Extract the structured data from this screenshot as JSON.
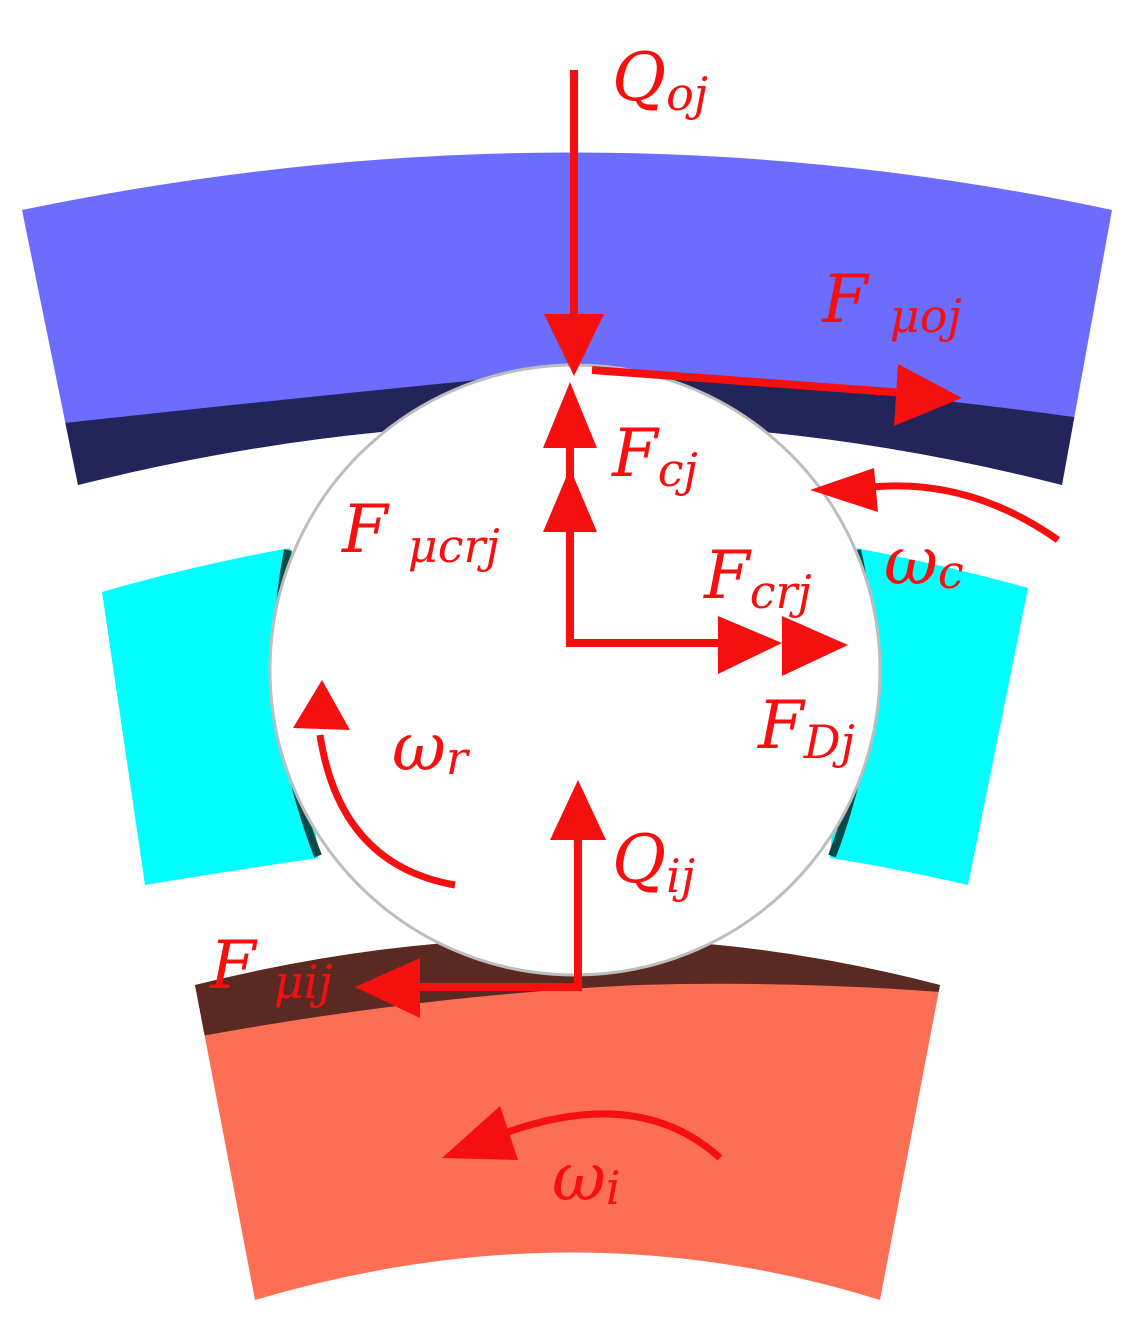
{
  "colors": {
    "force": "#f50f0f",
    "outer_race": "#6c6cfe",
    "outer_race_edge": "#23245a",
    "cage": "#00ffff",
    "cage_edge": "#0c4a4a",
    "inner_race": "#fd6f55",
    "inner_race_edge": "#5a2a22",
    "ball": "#ffffff"
  },
  "components": {
    "outer_race": "outer-race",
    "cage": "cage",
    "ball": "rolling-ball",
    "inner_race": "inner-race"
  },
  "labels": {
    "Q_oj": {
      "base": "Q",
      "sub": "oj"
    },
    "F_muoj": {
      "base": "F",
      "sub": "μoj"
    },
    "F_cj": {
      "base": "F",
      "sub": "cj"
    },
    "F_mucrj": {
      "base": "F",
      "sub": "μcrj"
    },
    "F_crj": {
      "base": "F",
      "sub": "crj"
    },
    "F_Dj": {
      "base": "F",
      "sub": "Dj"
    },
    "omega_c": {
      "base": "ω",
      "sub": "c"
    },
    "omega_r": {
      "base": "ω",
      "sub": "r"
    },
    "Q_ij": {
      "base": "Q",
      "sub": "ij"
    },
    "F_muij": {
      "base": "F",
      "sub": "μij"
    },
    "omega_i": {
      "base": "ω",
      "sub": "i"
    }
  }
}
